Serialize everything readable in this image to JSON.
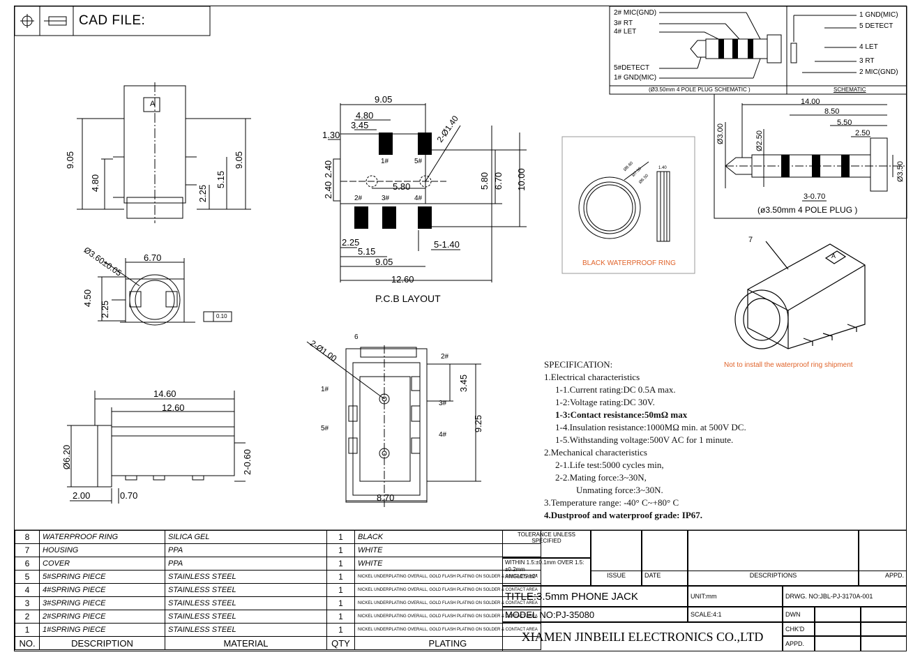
{
  "header": {
    "cad_label": "CAD FILE:"
  },
  "top_view": {
    "dims": [
      "9.05",
      "4.80",
      "9.05",
      "5.15",
      "2.25"
    ],
    "marker": "A"
  },
  "front_view": {
    "dims": [
      "Ø3.60±0.05",
      "6.70",
      "4.50",
      "2.25"
    ],
    "tolerance_box": "0.10"
  },
  "side_view": {
    "dims": [
      "14.60",
      "12.60",
      "Ø6.20",
      "2-0.60",
      "2.00",
      "0.70"
    ]
  },
  "pcb": {
    "title": "P.C.B LAYOUT",
    "dims": [
      "9.05",
      "4.80",
      "3.45",
      "1.30",
      "2-Ø1.40",
      "2.40",
      "2.40",
      "5.80",
      "5.80",
      "6.70",
      "10.00",
      "2.25",
      "5.15",
      "9.05",
      "5-1.40",
      "12.60"
    ],
    "pads": [
      "1#",
      "5#",
      "2#",
      "3#",
      "4#"
    ]
  },
  "ring": {
    "caption": "BLACK WATERPROOF RING",
    "dims": [
      "Ø8.60",
      "Ø7.50",
      "Ø6.50",
      "1.40"
    ]
  },
  "bottom_view": {
    "dims": [
      "2-Ø1.00",
      "3.45",
      "9.25",
      "8.70"
    ],
    "labels": [
      "6",
      "2#",
      "1#",
      "3#",
      "5#",
      "4#"
    ]
  },
  "plug_schematic": {
    "left_labels": [
      "2# MIC(GND)",
      "3# RT",
      "4# LET",
      "5#DETECT",
      "1# GND(MIC)"
    ],
    "right_labels": [
      "1 GND(MIC)",
      "5 DETECT",
      "4 LET",
      "3 RT",
      "2 MIC(GND)"
    ],
    "caption_left": "(Ø3.50mm 4 POLE PLUG SCHEMATIC )",
    "caption_right": "SCHEMATIC"
  },
  "plug": {
    "dims": [
      "14.00",
      "8.50",
      "5.50",
      "2.50",
      "Ø3.00",
      "Ø2.50",
      "Ø3.50",
      "3-0.70"
    ],
    "caption": "(ø3.50mm 4 POLE PLUG )"
  },
  "iso": {
    "label": "7",
    "marker": "A"
  },
  "note": "Not to install the waterproof ring shipment",
  "spec": [
    {
      "text": "SPECIFICATION:",
      "bold": false,
      "indent": 1
    },
    {
      "text": "1.Electrical characteristics",
      "bold": false,
      "indent": 1
    },
    {
      "text": "1-1.Current rating:DC 0.5A max.",
      "bold": false,
      "indent": 2
    },
    {
      "text": "1-2:Voltage rating:DC 30V.",
      "bold": false,
      "indent": 2
    },
    {
      "text": "1-3:Contact resistance:50mΩ max",
      "bold": true,
      "indent": 2
    },
    {
      "text": "1-4.Insulation resistance:1000MΩ min. at 500V DC.",
      "bold": false,
      "indent": 2
    },
    {
      "text": "1-5.Withstanding voltage:500V AC for 1 minute.",
      "bold": false,
      "indent": 2
    },
    {
      "text": "2.Mechanical characteristics",
      "bold": false,
      "indent": 1
    },
    {
      "text": "2-1.Life test:5000 cycles min,",
      "bold": false,
      "indent": 2
    },
    {
      "text": "2-2.Mating force:3~30N,",
      "bold": false,
      "indent": 2
    },
    {
      "text": "Unmating force:3~30N.",
      "bold": false,
      "indent": 3
    },
    {
      "text": "3.Temperature range: -40° C~+80° C",
      "bold": false,
      "indent": 1
    },
    {
      "text": "4.Dustproof and waterproof grade: IP67.",
      "bold": true,
      "indent": 1
    }
  ],
  "bom": {
    "rows": [
      {
        "no": "8",
        "desc": "WATERPROOF RING",
        "mat": "SILICA GEL",
        "qty": "1",
        "plating": "BLACK"
      },
      {
        "no": "7",
        "desc": "HOUSING",
        "mat": "PPA",
        "qty": "1",
        "plating": "WHITE"
      },
      {
        "no": "6",
        "desc": "COVER",
        "mat": "PPA",
        "qty": "1",
        "plating": "WHITE"
      },
      {
        "no": "5",
        "desc": "5#SPRING PIECE",
        "mat": "STAINLESS STEEL",
        "qty": "1",
        "plating": "NICKEL UNDERPLATING OVERALL, GOLD FLASH PLATING ON SOLDER & CONTACT AREA"
      },
      {
        "no": "4",
        "desc": "4#SPRING PIECE",
        "mat": "STAINLESS STEEL",
        "qty": "1",
        "plating": "NICKEL UNDERPLATING OVERALL, GOLD FLASH PLATING ON SOLDER & CONTACT AREA"
      },
      {
        "no": "3",
        "desc": "3#SPRING PIECE",
        "mat": "STAINLESS STEEL",
        "qty": "1",
        "plating": "NICKEL UNDERPLATING OVERALL, GOLD FLASH PLATING ON SOLDER & CONTACT AREA"
      },
      {
        "no": "2",
        "desc": "2#SPRING PIECE",
        "mat": "STAINLESS STEEL",
        "qty": "1",
        "plating": "NICKEL UNDERPLATING OVERALL, GOLD FLASH PLATING ON SOLDER & CONTACT AREA"
      },
      {
        "no": "1",
        "desc": "1#SPRING PIECE",
        "mat": "STAINLESS STEEL",
        "qty": "1",
        "plating": "NICKEL UNDERPLATING OVERALL, GOLD FLASH PLATING ON SOLDER & CONTACT AREA"
      }
    ],
    "header": {
      "no": "NO.",
      "desc": "DESCRIPTION",
      "mat": "MATERIAL",
      "qty": "QTY",
      "plating": "PLATING"
    }
  },
  "title_block": {
    "tol_title": "TOLERANCE UNLESS SPECIFIED",
    "tol_1": "WITHIN 1.5:±0.1mm OVER 1.5: ±0.2mm",
    "tol_2": "ANGLES:±2°",
    "issue": "ISSUE",
    "date": "DATE",
    "descriptions": "DESCRIPTIONS",
    "appd": "APPD.",
    "title": "TITLE:3.5mm PHONE JACK",
    "unit": "UNIT:mm",
    "drwg": "DRWG. NO:JBL-PJ-3170A-001",
    "model": "MODEL NO:PJ-35080",
    "scale": "SCALE:4:1",
    "dwn": "DWN",
    "chkd": "CHK'D",
    "appd2": "APPD.",
    "company": "XIAMEN JINBEILI ELECTRONICS CO.,LTD"
  }
}
